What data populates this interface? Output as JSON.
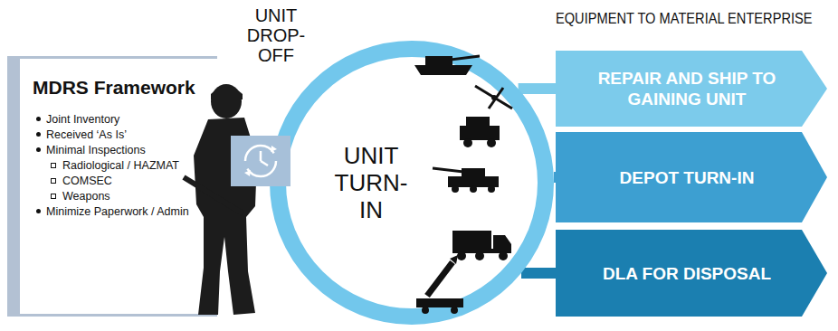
{
  "diagram": {
    "nodes": [
      {
        "text": [
          "MDRS Framework",
          "Joint Inventory",
          "Received ‘As Is’",
          "Minimal Inspections",
          "Radiological / HAZMAT",
          "COMSEC",
          "Weapons",
          "Minimize Paperwork / Admin"
        ]
      },
      {
        "text": [
          "UNIT TURN-IN"
        ]
      },
      {
        "text": [
          "REPAIR AND SHIP TO GAINING UNIT"
        ]
      },
      {
        "text": [
          "DEPOT TURN-IN"
        ]
      },
      {
        "text": [
          "DLA FOR DISPOSAL"
        ]
      }
    ],
    "edges": [
      {
        "from": 1,
        "to": 2,
        "arrow": "none"
      },
      {
        "from": 1,
        "to": 3,
        "arrow": "none"
      },
      {
        "from": 1,
        "to": 4,
        "arrow": "none"
      }
    ],
    "labels": [
      "UNIT DROP-OFF",
      "EQUIPMENT TO MATERIAL ENTERPRISE"
    ]
  }
}
